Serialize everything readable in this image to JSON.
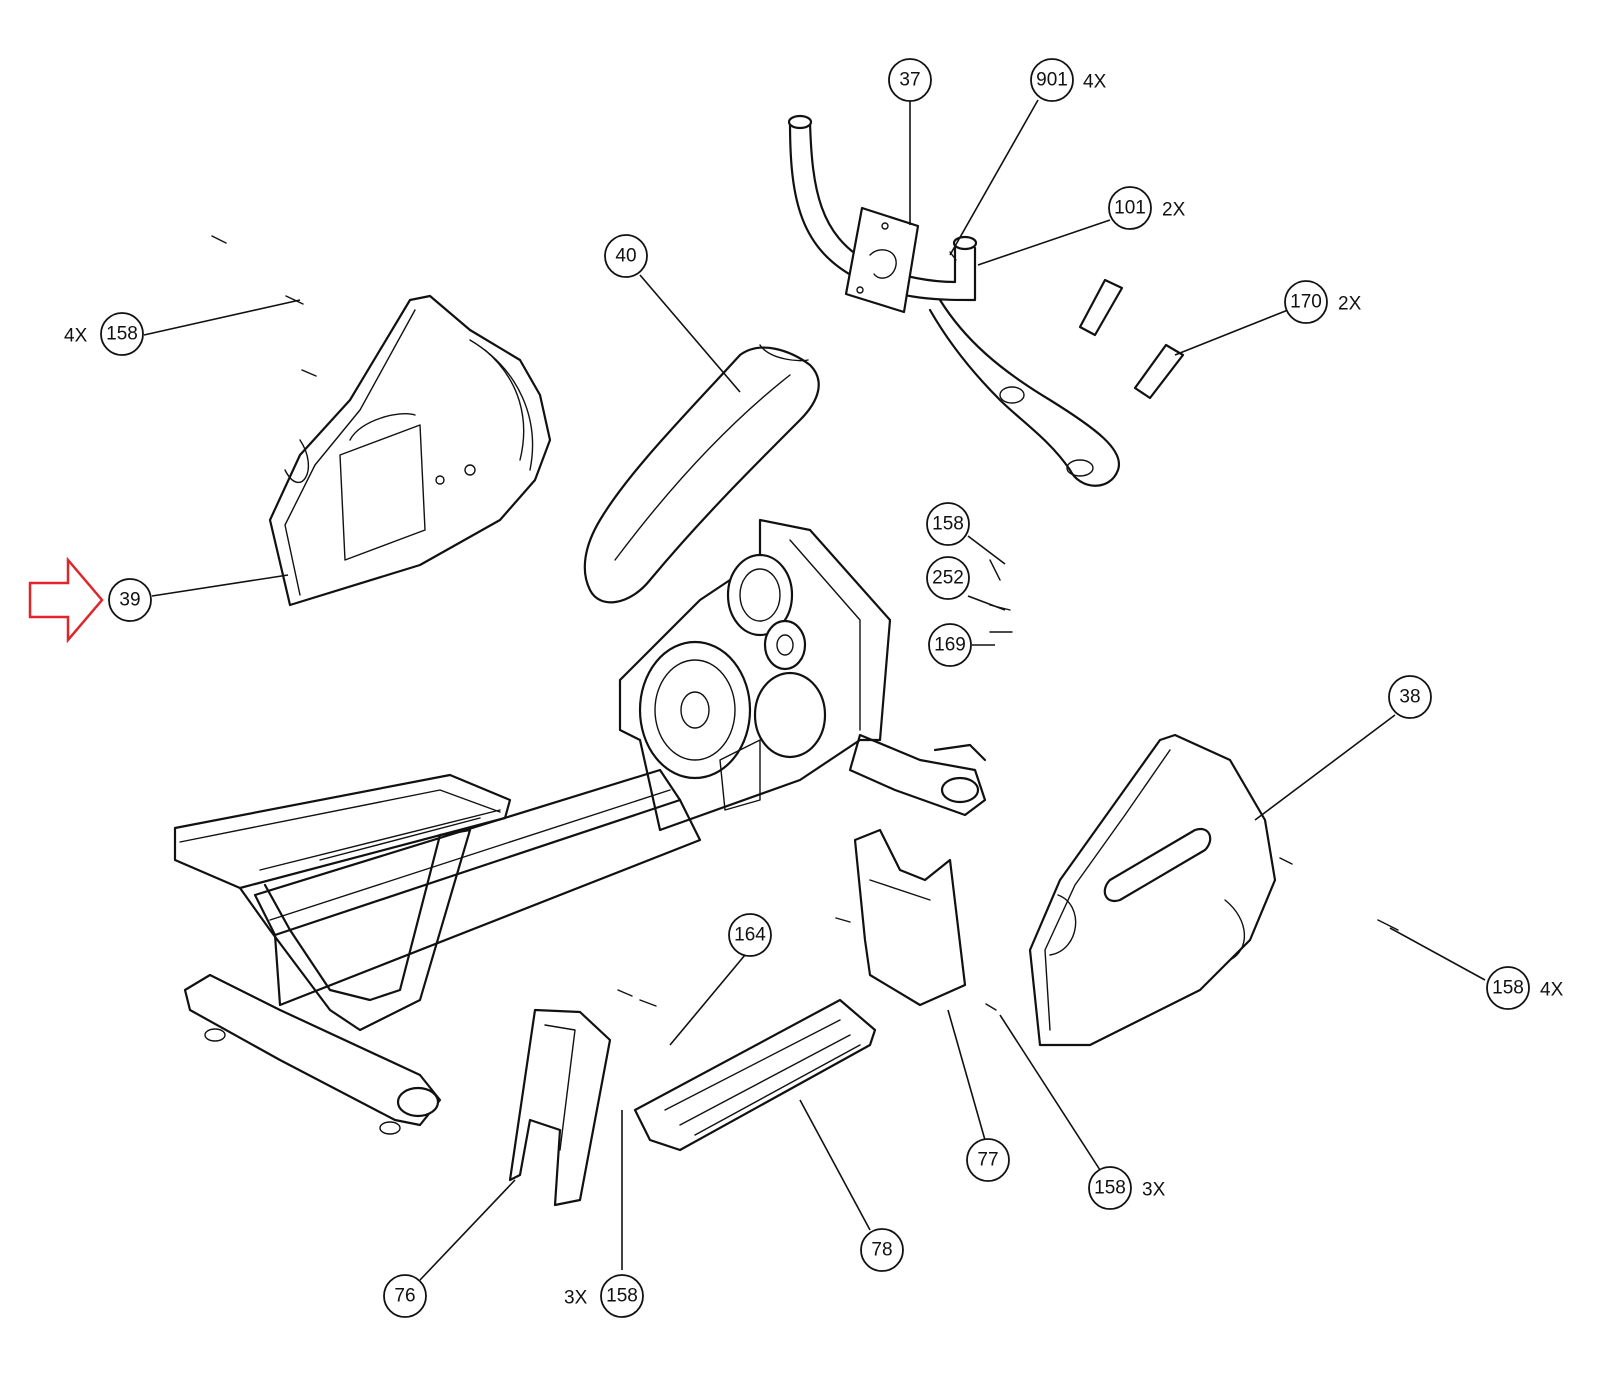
{
  "callouts": [
    {
      "id": "c37",
      "number": "37",
      "qty": ""
    },
    {
      "id": "c901",
      "number": "901",
      "qty": "4X"
    },
    {
      "id": "c101",
      "number": "101",
      "qty": "2X"
    },
    {
      "id": "c170",
      "number": "170",
      "qty": "2X"
    },
    {
      "id": "c40",
      "number": "40",
      "qty": ""
    },
    {
      "id": "c158a",
      "number": "158",
      "qty": "4X"
    },
    {
      "id": "c39",
      "number": "39",
      "qty": ""
    },
    {
      "id": "c158b",
      "number": "158",
      "qty": ""
    },
    {
      "id": "c252",
      "number": "252",
      "qty": ""
    },
    {
      "id": "c169",
      "number": "169",
      "qty": ""
    },
    {
      "id": "c38",
      "number": "38",
      "qty": ""
    },
    {
      "id": "c164",
      "number": "164",
      "qty": ""
    },
    {
      "id": "c158c",
      "number": "158",
      "qty": "4X"
    },
    {
      "id": "c77",
      "number": "77",
      "qty": ""
    },
    {
      "id": "c158d",
      "number": "158",
      "qty": "3X"
    },
    {
      "id": "c78",
      "number": "78",
      "qty": ""
    },
    {
      "id": "c76",
      "number": "76",
      "qty": ""
    },
    {
      "id": "c158e",
      "number": "158",
      "qty": "3X"
    }
  ],
  "highlight": {
    "target": "39",
    "color": "#e0252a",
    "shape": "arrow-right"
  }
}
